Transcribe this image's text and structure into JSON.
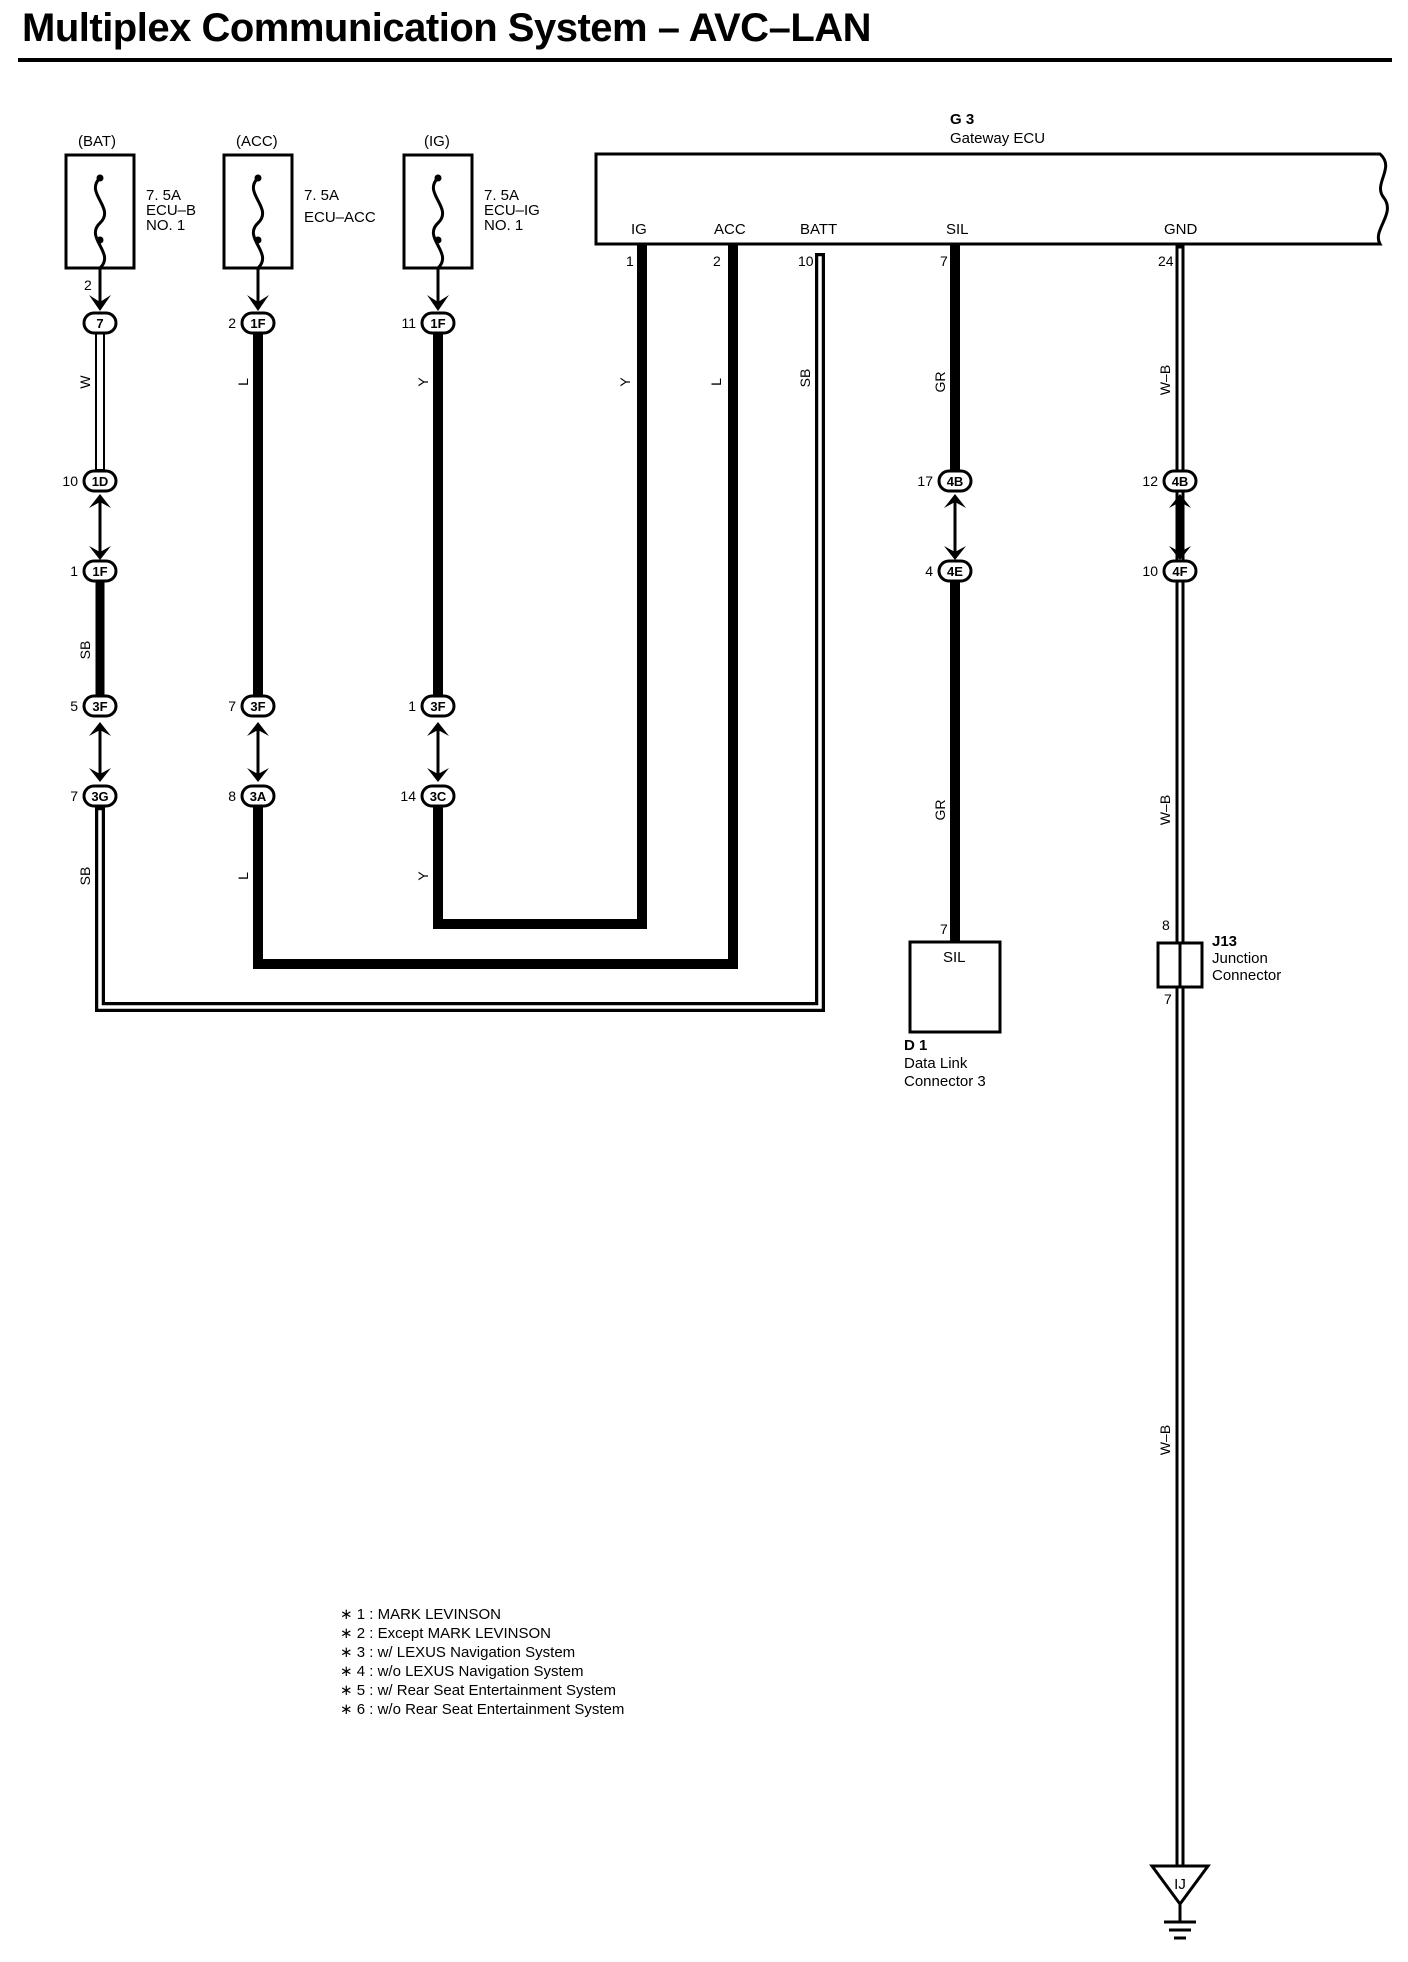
{
  "title": "Multiplex Communication System – AVC–LAN",
  "fuses": [
    {
      "supply": "(BAT)",
      "rating": "7. 5A",
      "name_line1": "ECU–B",
      "name_line2": "NO. 1"
    },
    {
      "supply": "(ACC)",
      "rating": "7. 5A",
      "name_line1": "ECU–ACC",
      "name_line2": ""
    },
    {
      "supply": "(IG)",
      "rating": "7. 5A",
      "name_line1": "ECU–IG",
      "name_line2": "NO. 1"
    }
  ],
  "ecu": {
    "code": "G 3",
    "name": "Gateway ECU",
    "terminals": [
      {
        "name": "IG",
        "pin": "1"
      },
      {
        "name": "ACC",
        "pin": "2"
      },
      {
        "name": "BATT",
        "pin": "10"
      },
      {
        "name": "SIL",
        "pin": "7"
      },
      {
        "name": "GND",
        "pin": "24"
      }
    ]
  },
  "branches": {
    "bat": {
      "fuse_pin": "2",
      "connectors": [
        {
          "pin": "",
          "code": "7"
        },
        {
          "pin": "10",
          "code": "1D"
        },
        {
          "pin": "1",
          "code": "1F"
        },
        {
          "pin": "5",
          "code": "3F"
        },
        {
          "pin": "7",
          "code": "3G"
        }
      ],
      "wire_colors": [
        "W",
        "SB",
        "SB"
      ]
    },
    "acc": {
      "connectors": [
        {
          "pin": "2",
          "code": "1F"
        },
        {
          "pin": "7",
          "code": "3F"
        },
        {
          "pin": "8",
          "code": "3A"
        }
      ],
      "wire_colors": [
        "L",
        "L"
      ]
    },
    "ig": {
      "connectors": [
        {
          "pin": "11",
          "code": "1F"
        },
        {
          "pin": "1",
          "code": "3F"
        },
        {
          "pin": "14",
          "code": "3C"
        }
      ],
      "wire_colors": [
        "Y",
        "Y"
      ]
    },
    "ecu_side_colors": {
      "ig": "Y",
      "acc": "L",
      "batt": "SB"
    },
    "sil": {
      "connectors": [
        {
          "pin": "17",
          "code": "4B"
        },
        {
          "pin": "4",
          "code": "4E"
        }
      ],
      "wire_colors": [
        "GR",
        "GR"
      ]
    },
    "gnd": {
      "connectors": [
        {
          "pin": "12",
          "code": "4B"
        },
        {
          "pin": "10",
          "code": "4F"
        }
      ],
      "wire_colors": [
        "W–B",
        "W–B",
        "W–B"
      ]
    }
  },
  "dlc": {
    "pin": "7",
    "terminal": "SIL",
    "code": "D 1",
    "name_line1": "Data Link",
    "name_line2": "Connector 3"
  },
  "junction": {
    "code": "J13",
    "pin_in": "8",
    "pin_out": "7",
    "name_line1": "Junction",
    "name_line2": "Connector"
  },
  "ground": {
    "code": "IJ"
  },
  "notes": [
    "∗ 1 : MARK LEVINSON",
    "∗ 2 : Except MARK LEVINSON",
    "∗ 3 : w/ LEXUS Navigation System",
    "∗ 4 : w/o LEXUS Navigation System",
    "∗ 5 : w/ Rear Seat Entertainment System",
    "∗ 6 : w/o Rear Seat Entertainment System"
  ]
}
